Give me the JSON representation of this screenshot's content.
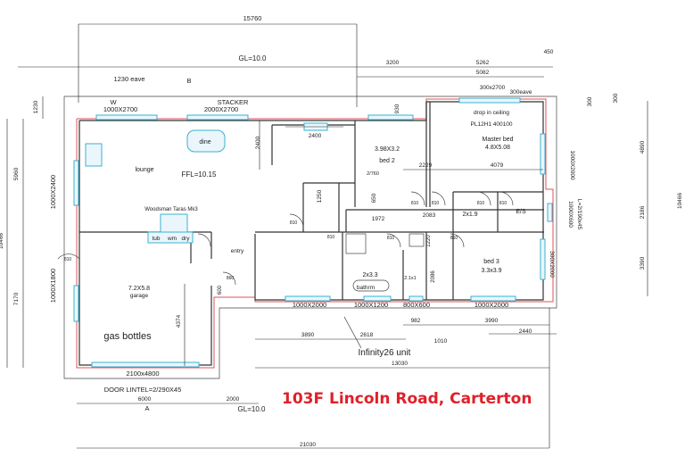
{
  "title": "103F Lincoln Road, Carterton",
  "colors": {
    "walls": "#333333",
    "wall_lining": "#e0505a",
    "windows": "#3ab0d0",
    "title": "#e0202a"
  },
  "dimensions": {
    "overall_top": "15760",
    "overall_bottom": "21030",
    "bottom_mid": "13030",
    "left_eave": "1230",
    "left_upper": "5960",
    "left_lower": "7170",
    "left_total": "10466",
    "right_total": "10466",
    "right_300a": "300",
    "right_300b": "300",
    "right_4890": "4890",
    "right_2186": "2186",
    "right_3390": "3390",
    "top_3200": "3200",
    "top_5262": "5262",
    "top_5082": "5082",
    "top_450": "450",
    "top_930": "930",
    "kitchen_2400_v": "2400",
    "kitchen_2400_h": "2400",
    "d_2229": "2229",
    "d_4079": "4079",
    "d_1250": "1250",
    "d_650": "650",
    "d_1972": "1972",
    "d_2083": "2083",
    "d_1220": "1220",
    "d_2086": "2086",
    "d_4374": "4374",
    "d_600": "600",
    "d_6000": "6000",
    "d_2000": "2000",
    "d_3890": "3890",
    "d_2618": "2618",
    "d_982": "982",
    "d_1010": "1010",
    "d_3990": "3990",
    "d_2440": "2440"
  },
  "levels": {
    "gl_top": "GL=10.0",
    "gl_bottom": "GL=10.0",
    "ffl": "FFL=10.15"
  },
  "notes": {
    "eave": "1230  eave",
    "eave_right": "300eave",
    "section_b": "B",
    "section_a": "A",
    "drop_ceiling": "drop  in  ceiling",
    "beam": "PL12H1  400100",
    "lintel": "DOOR  LINTEL=2/290X45",
    "right_lintel": "L=2/190x45",
    "fire": "Woodsman  Taras  Mk3",
    "gas": "gas  bottles",
    "hws": "Infinity26  unit",
    "wardrobe": "2/760"
  },
  "windows": {
    "w_label": "W",
    "lounge_top": "1000X2700",
    "stacker": "STACKER",
    "stacker_size": "2000X2700",
    "master_top": "300x2700",
    "lounge_left": "1000X2400",
    "garage_left": "1000X1800",
    "master_right": "1000X2000",
    "es_right": "1000X600",
    "bed3_right": "300X2000",
    "garage_door": "2100x4800",
    "bed2_bottom": "1000X2000",
    "bath_bottom": "1000X1200",
    "wc_bottom": "800X600",
    "bed3_bottom": "1000X2000"
  },
  "rooms": {
    "dine": "dine",
    "lounge": "lounge",
    "bed2_size": "3.98X3.2",
    "bed2": "bed  2",
    "master": "Master  bed",
    "master_size": "4.8X5.08",
    "wir": "2x1.9",
    "ensuite": "E/S",
    "tub": "tub",
    "wm": "wm",
    "dry": "dry",
    "entry": "entry",
    "garage_size": "7.2X5.8",
    "garage": "garage",
    "bath_size": "2x3.3",
    "bathroom": "bathrm",
    "wc_size": "2.1x1",
    "bed3": "bed  3",
    "bed3_size": "3.3x3.9"
  },
  "doors": [
    "810",
    "810",
    "810",
    "810",
    "810",
    "810",
    "810",
    "810",
    "810",
    "860"
  ]
}
